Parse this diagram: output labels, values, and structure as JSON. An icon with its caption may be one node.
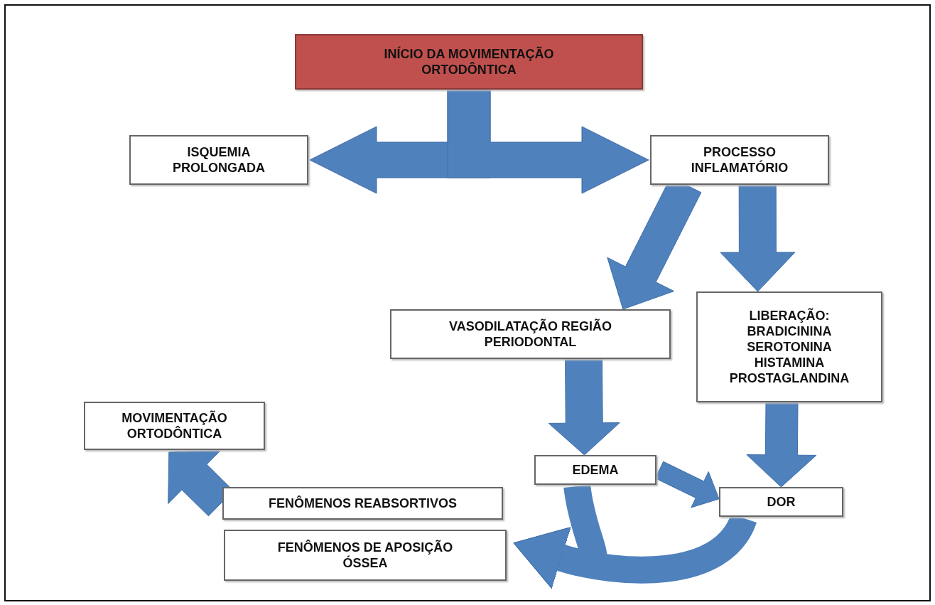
{
  "diagram": {
    "nodes": [
      {
        "text": [
          "INÍCIO DA MOVIMENTAÇÃO ORTODÔNTICA"
        ]
      },
      {
        "text": [
          "ISQUEMIA PROLONGADA"
        ]
      },
      {
        "text": [
          "PROCESSO INFLAMATÓRIO"
        ]
      },
      {
        "text": [
          "VASODILATAÇÃO REGIÃO PERIODONTAL"
        ]
      },
      {
        "text": [
          "LIBERAÇÃO:",
          "BRADICININA",
          "SEROTONINA",
          "HISTAMINA",
          "PROSTAGLANDINA"
        ]
      },
      {
        "text": [
          "MOVIMENTAÇÃO ORTODÔNTICA"
        ]
      },
      {
        "text": [
          "EDEMA"
        ]
      },
      {
        "text": [
          "DOR"
        ]
      },
      {
        "text": [
          "FENÔMENOS REABSORTIVOS"
        ]
      },
      {
        "text": [
          "FENÔMENOS DE APOSIÇÃO ÓSSEA"
        ]
      }
    ],
    "edges": [
      {
        "from": 0,
        "to": 1,
        "arrow": "to"
      },
      {
        "from": 0,
        "to": 2,
        "arrow": "to"
      },
      {
        "from": 2,
        "to": 3,
        "arrow": "to"
      },
      {
        "from": 2,
        "to": 4,
        "arrow": "to"
      },
      {
        "from": 3,
        "to": 6,
        "arrow": "to"
      },
      {
        "from": 4,
        "to": 7,
        "arrow": "to"
      },
      {
        "from": 6,
        "to": 7,
        "arrow": "to"
      },
      {
        "from": 6,
        "to": 9,
        "arrow": "to"
      },
      {
        "from": 7,
        "to": 9,
        "arrow": "to"
      },
      {
        "from": 8,
        "to": 5,
        "arrow": "to"
      }
    ]
  }
}
